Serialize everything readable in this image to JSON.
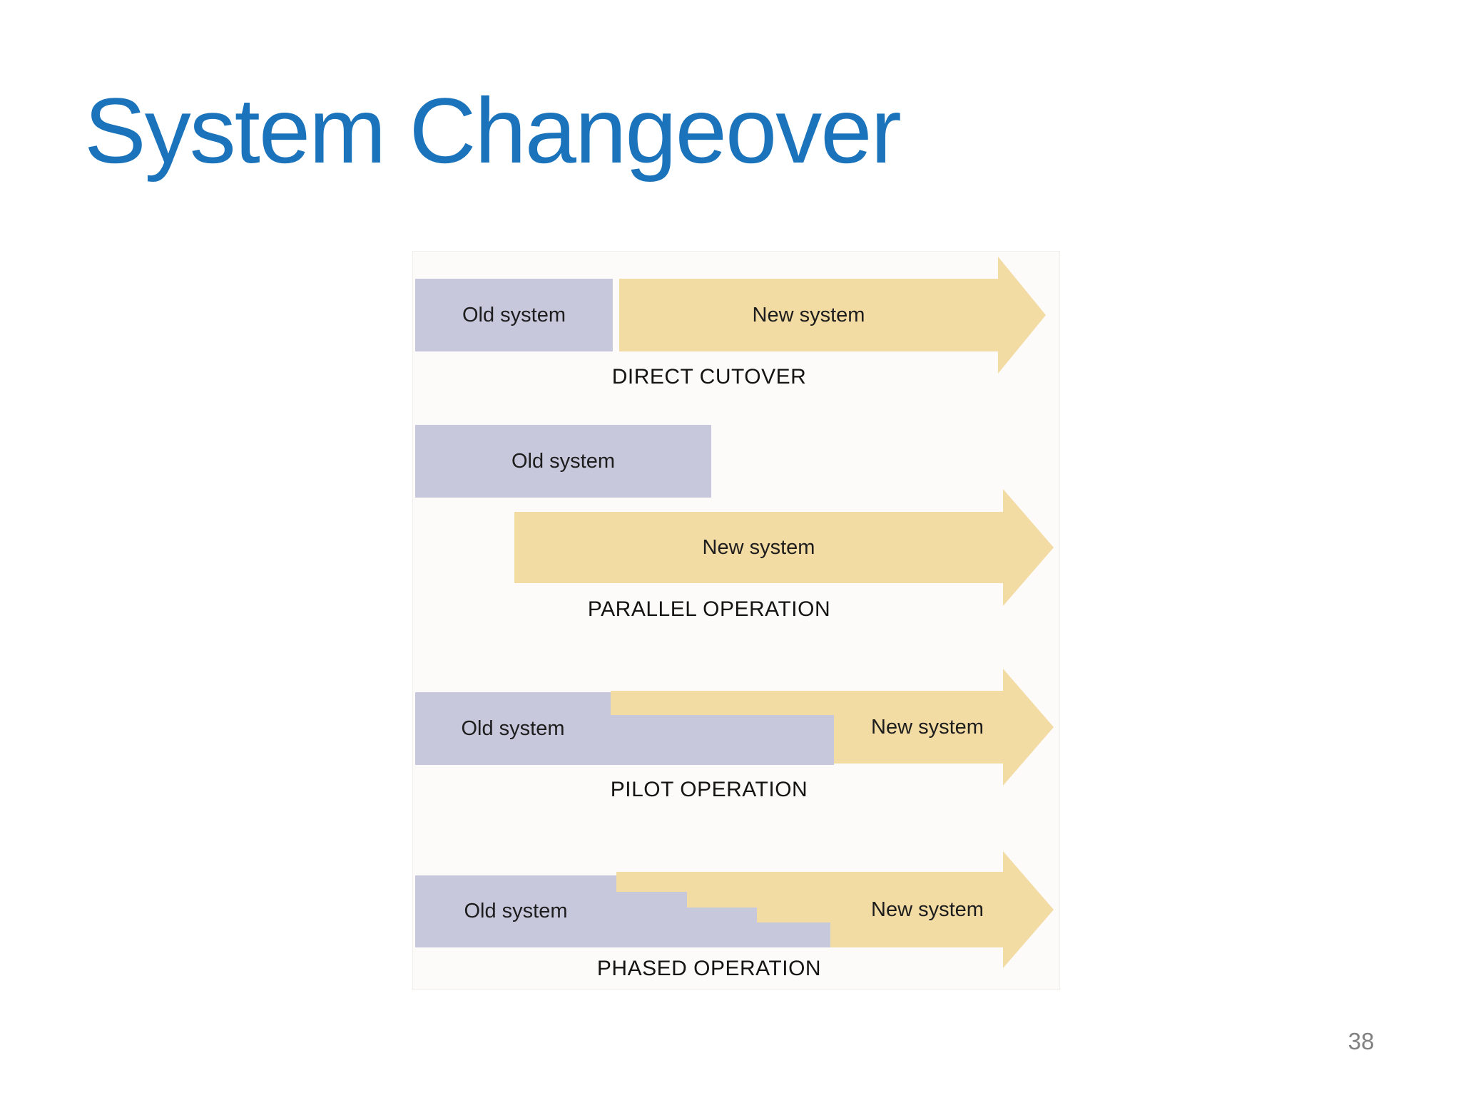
{
  "slide": {
    "title": "System Changeover",
    "page_number": "38"
  },
  "figure": {
    "description": "Four system changeover strategies shown as timeline bars",
    "colors": {
      "title_blue": "#1b74bb",
      "old_system_fill": "#c7c8dc",
      "new_system_fill": "#f3dba4",
      "label_text": "#1d1d1d",
      "caption_text": "#141414",
      "page_number_gray": "#808080"
    },
    "diagrams": [
      {
        "caption": "DIRECT CUTOVER",
        "old_label": "Old system",
        "new_label": "New system"
      },
      {
        "caption": "PARALLEL OPERATION",
        "old_label": "Old system",
        "new_label": "New system"
      },
      {
        "caption": "PILOT OPERATION",
        "old_label": "Old system",
        "new_label": "New system"
      },
      {
        "caption": "PHASED OPERATION",
        "old_label": "Old system",
        "new_label": "New system"
      }
    ]
  }
}
